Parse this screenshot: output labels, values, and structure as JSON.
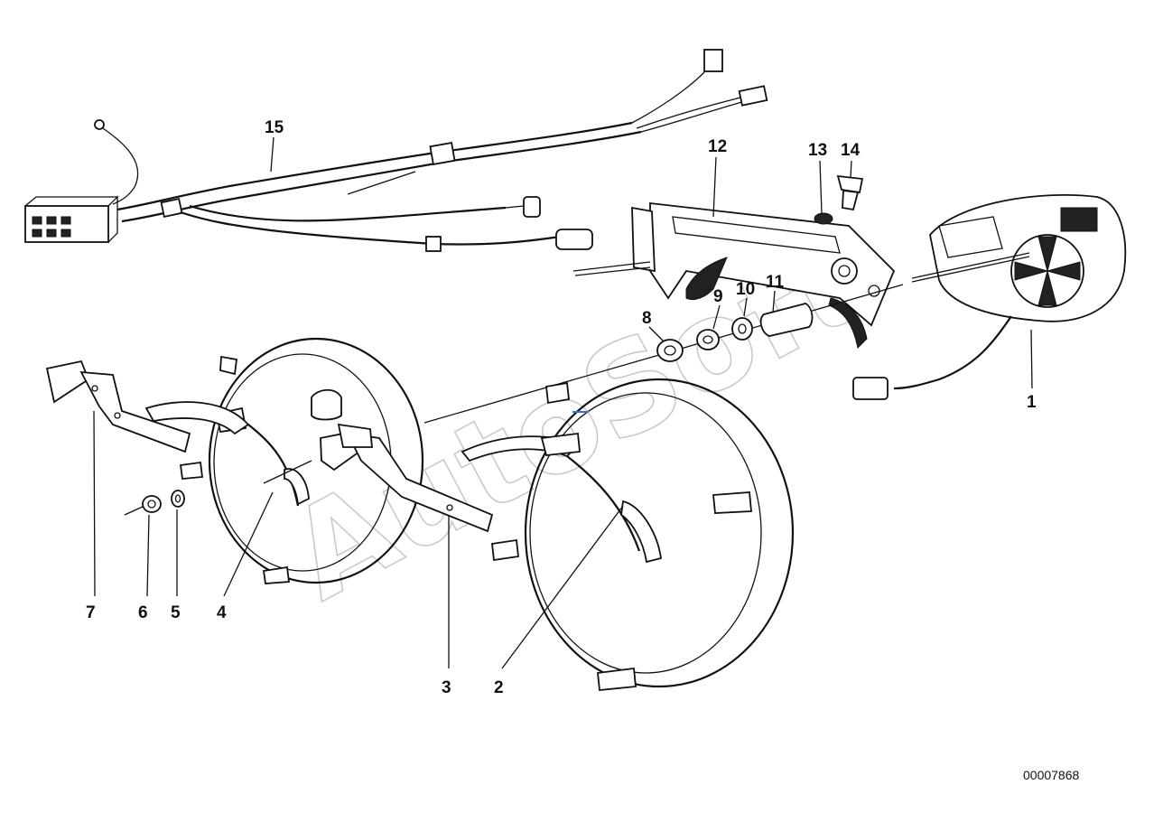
{
  "watermark": "AutoSoft",
  "document_number": "00007868",
  "callouts": [
    "1",
    "2",
    "3",
    "4",
    "5",
    "6",
    "7",
    "8",
    "9",
    "10",
    "11",
    "12",
    "13",
    "14",
    "15"
  ],
  "colors": {
    "line": "#111111",
    "background": "#ffffff",
    "watermark": "#c9c9c9",
    "accent_mark": "#3b6fd8"
  }
}
